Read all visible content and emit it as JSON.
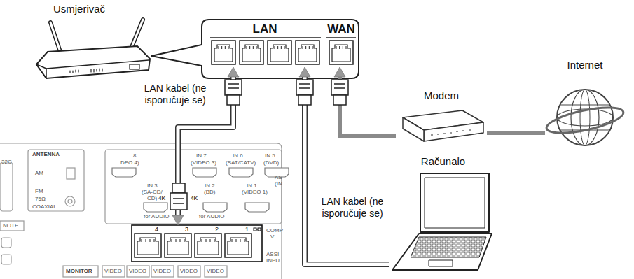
{
  "diagram": {
    "nodes": [
      {
        "text": [
          "Usmjerivač"
        ]
      },
      {
        "text": [
          "LAN"
        ]
      },
      {
        "text": [
          "WAN"
        ]
      },
      {
        "text": [
          "Modem"
        ]
      },
      {
        "text": [
          "Internet"
        ]
      },
      {
        "text": [
          "Računalo"
        ]
      },
      {
        "text": [
          "4",
          "3",
          "2",
          "1"
        ]
      }
    ],
    "edges": [
      {
        "from": 6,
        "to": 1,
        "arrow": "both",
        "label": "LAN kabel (ne isporučuje se)"
      },
      {
        "from": 5,
        "to": 1,
        "arrow": "to",
        "label": "LAN kabel (ne isporučuje se)"
      },
      {
        "from": 3,
        "to": 2,
        "arrow": "to"
      },
      {
        "from": 3,
        "to": 4,
        "arrow": "none"
      }
    ],
    "labels": [
      "32C",
      "ANTENNA",
      "AM",
      "FM",
      "75Ω",
      "COAXIAL",
      "8",
      "DEO 4)",
      "IN 7",
      "(VIDEO 3)",
      "IN 6",
      "(SAT/CATV)",
      "IN 5",
      "(DVD)",
      "IN 3",
      "(SA-CD/",
      "CD)",
      "4K",
      "IN 2",
      "(BD)",
      "4K",
      "IN 1",
      "(VIDEO 1)",
      "for AUDIO",
      "for AUDIO",
      "NOTE",
      "MONITOR",
      "VIDEO",
      "VIDEO",
      "VIDEO",
      "VIDEO",
      "VIDEO",
      "AS",
      "(IN",
      "COMP",
      "V",
      "ASSI",
      "INPU"
    ]
  }
}
